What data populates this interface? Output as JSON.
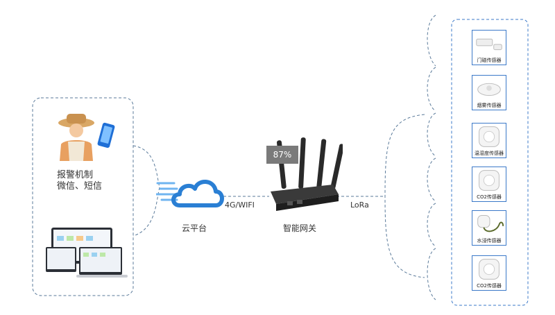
{
  "left_panel": {
    "alarm_title": "报警机制",
    "alarm_methods": "微信、短信"
  },
  "cloud": {
    "label": "云平台"
  },
  "link_left": {
    "label": "4G/WIFI"
  },
  "gateway": {
    "label": "智能网关",
    "signal_badge": "87%"
  },
  "link_right": {
    "label": "LoRa"
  },
  "sensors": [
    {
      "label": "门磁传感器",
      "icon": "door-sensor-icon"
    },
    {
      "label": "烟雾传感器",
      "icon": "smoke-sensor-icon"
    },
    {
      "label": "温湿度传感器",
      "icon": "temp-humidity-sensor-icon"
    },
    {
      "label": "CO2传感器",
      "icon": "co2-sensor-icon"
    },
    {
      "label": "水浸传感器",
      "icon": "water-leak-sensor-icon"
    },
    {
      "label": "CO2传感器",
      "icon": "co2-sensor-icon"
    }
  ],
  "colors": {
    "accent": "#3a78c8",
    "line": "#5a7a9a",
    "cloud": "#2a7fd4"
  }
}
